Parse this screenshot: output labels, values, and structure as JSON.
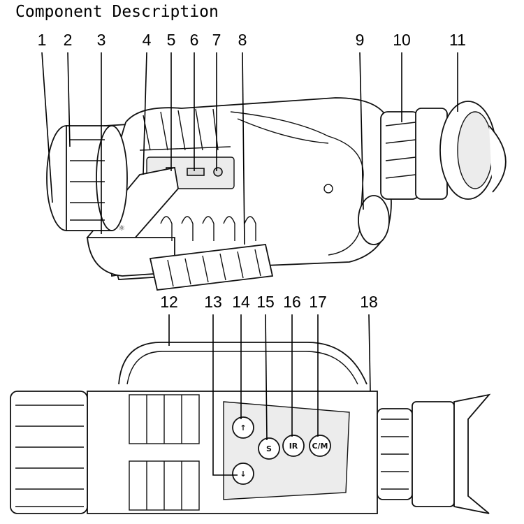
{
  "title": "Component Description",
  "top_callouts": [
    "1",
    "2",
    "3",
    "4",
    "5",
    "6",
    "7",
    "8",
    "9",
    "10",
    "11"
  ],
  "bottom_callouts": [
    "12",
    "13",
    "14",
    "15",
    "16",
    "17",
    "18"
  ],
  "buttons": {
    "up": "↑",
    "down": "↓",
    "s": "S",
    "ir": "IR",
    "cm": "C/M"
  }
}
